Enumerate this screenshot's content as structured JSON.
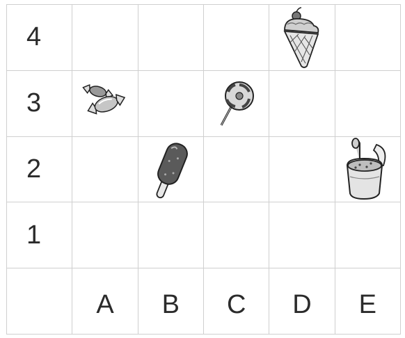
{
  "rows": [
    "4",
    "3",
    "2",
    "1"
  ],
  "columns": [
    "A",
    "B",
    "C",
    "D",
    "E"
  ],
  "items": [
    {
      "name": "ice-cream-cone",
      "column": "D",
      "row": "4"
    },
    {
      "name": "wrapped-candies",
      "column": "A",
      "row": "3"
    },
    {
      "name": "lollipop",
      "column": "C",
      "row": "3"
    },
    {
      "name": "popsicle",
      "column": "B",
      "row": "2"
    },
    {
      "name": "ice-cream-tub",
      "column": "E",
      "row": "2"
    }
  ]
}
